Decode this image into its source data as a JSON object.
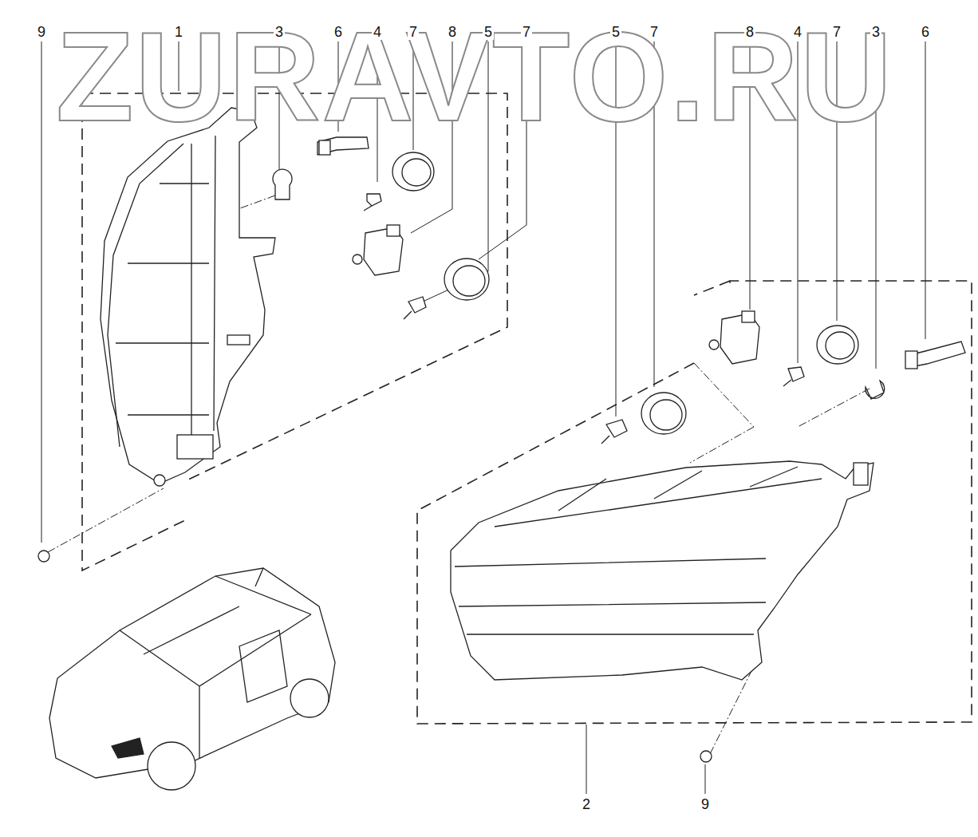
{
  "diagram": {
    "labels": [
      "ZURAVTO.RU",
      "9",
      "1",
      "3",
      "6",
      "4",
      "7",
      "8",
      "5",
      "7",
      "5",
      "7",
      "8",
      "4",
      "7",
      "3",
      "6",
      "2",
      "9"
    ]
  }
}
